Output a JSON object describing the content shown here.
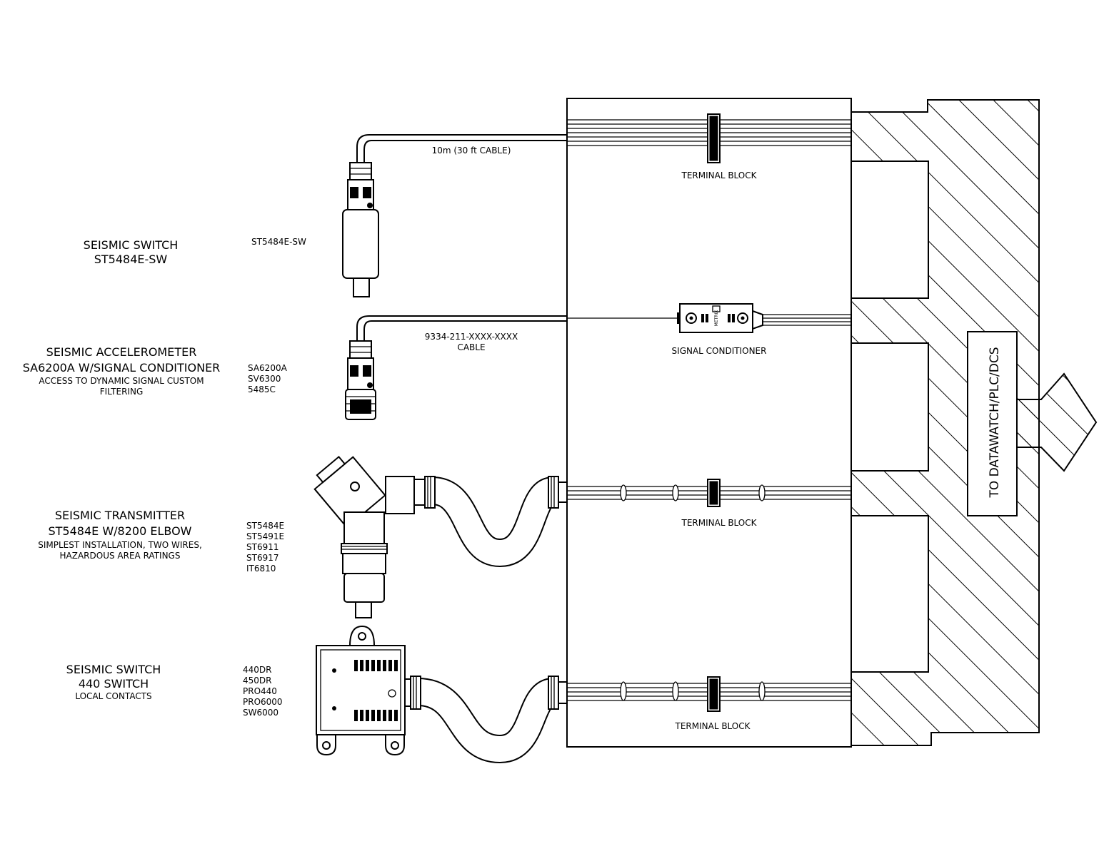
{
  "devices": [
    {
      "title_lines": [
        "SEISMIC SWITCH",
        "ST5484E-SW"
      ],
      "note_lines": [],
      "part_numbers": [
        "ST5484E-SW"
      ]
    },
    {
      "title_lines": [
        "SEISMIC ACCELEROMETER",
        "SA6200A W/SIGNAL CONDITIONER"
      ],
      "note_lines": [
        "ACCESS TO DYNAMIC SIGNAL CUSTOM",
        "FILTERING"
      ],
      "part_numbers": [
        "SA6200A",
        "SV6300",
        "5485C"
      ]
    },
    {
      "title_lines": [
        "SEISMIC TRANSMITTER",
        "ST5484E W/8200 ELBOW"
      ],
      "note_lines": [
        "SIMPLEST INSTALLATION, TWO WIRES,",
        "HAZARDOUS AREA RATINGS"
      ],
      "part_numbers": [
        "ST5484E",
        "ST5491E",
        "ST6911",
        "ST6917",
        "IT6810"
      ]
    },
    {
      "title_lines": [
        "SEISMIC SWITCH",
        "440 SWITCH"
      ],
      "note_lines": [
        "LOCAL CONTACTS"
      ],
      "part_numbers": [
        "440DR",
        "450DR",
        "PRO440",
        "PRO6000",
        "SW6000"
      ]
    }
  ],
  "cables": {
    "row1": "10m (30 ft CABLE)",
    "row2_line1": "9334-211-XXXX-XXXX",
    "row2_line2": "CABLE"
  },
  "panel_labels": {
    "terminal_block_1": "TERMINAL BLOCK",
    "signal_conditioner": "SIGNAL CONDITIONER",
    "terminal_block_2": "TERMINAL BLOCK",
    "terminal_block_3": "TERMINAL BLOCK"
  },
  "conditioner_brand": "METRIX",
  "output_label": "TO DATAWATCH/PLC/DCS"
}
